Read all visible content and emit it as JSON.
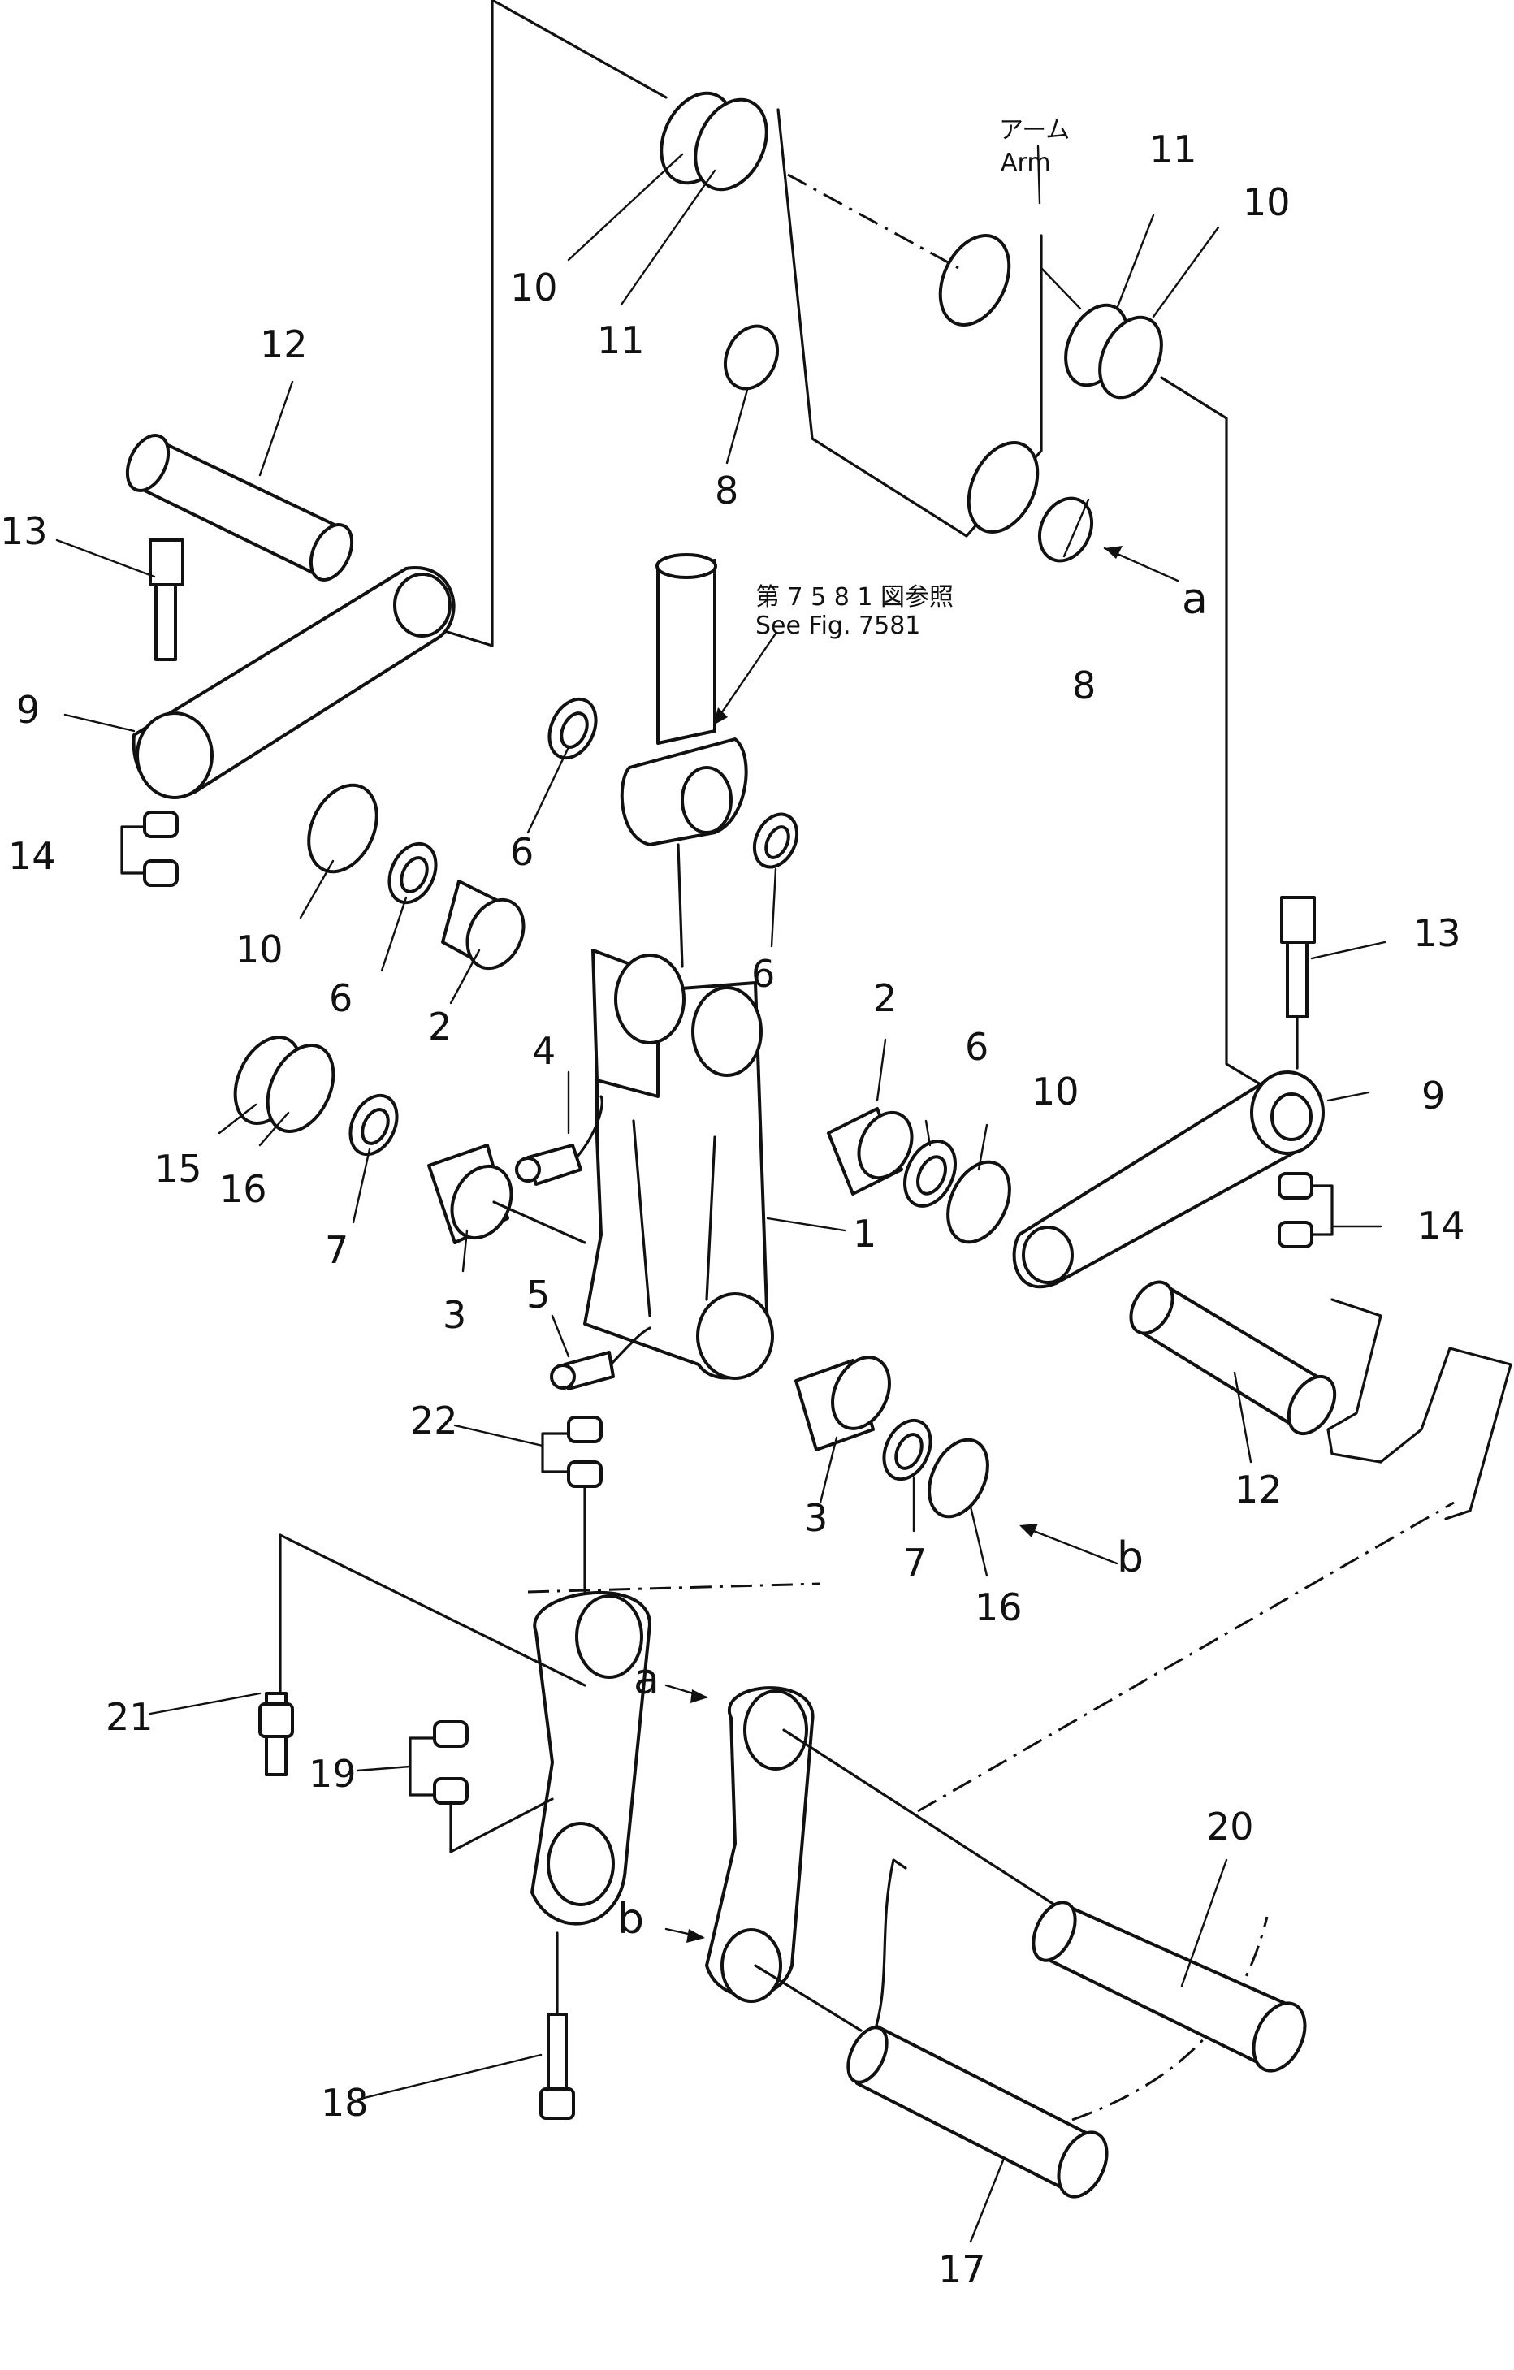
{
  "labels": {
    "p1": "1",
    "p2a": "2",
    "p2b": "2",
    "p3a": "3",
    "p3b": "3",
    "p4": "4",
    "p5": "5",
    "p6a": "6",
    "p6b": "6",
    "p6c": "6",
    "p6d": "6",
    "p7a": "7",
    "p7b": "7",
    "p8a": "8",
    "p8b": "8",
    "p9a": "9",
    "p9b": "9",
    "p10a": "10",
    "p10b": "10",
    "p10c": "10",
    "p10d": "10",
    "p11a": "11",
    "p11b": "11",
    "p12a": "12",
    "p12b": "12",
    "p13a": "13",
    "p13b": "13",
    "p14a": "14",
    "p14b": "14",
    "p15": "15",
    "p16a": "16",
    "p16b": "16",
    "p17": "17",
    "p18": "18",
    "p19": "19",
    "p20": "20",
    "p21": "21",
    "p22": "22"
  },
  "refs": {
    "a1": "a",
    "a2": "a",
    "b1": "b",
    "b2": "b"
  },
  "notes": {
    "arm_jp": "アーム",
    "arm_en": "Arm",
    "fig_jp": "第 7 5 8 1 図参照",
    "fig_en": "See Fig. 7581"
  }
}
